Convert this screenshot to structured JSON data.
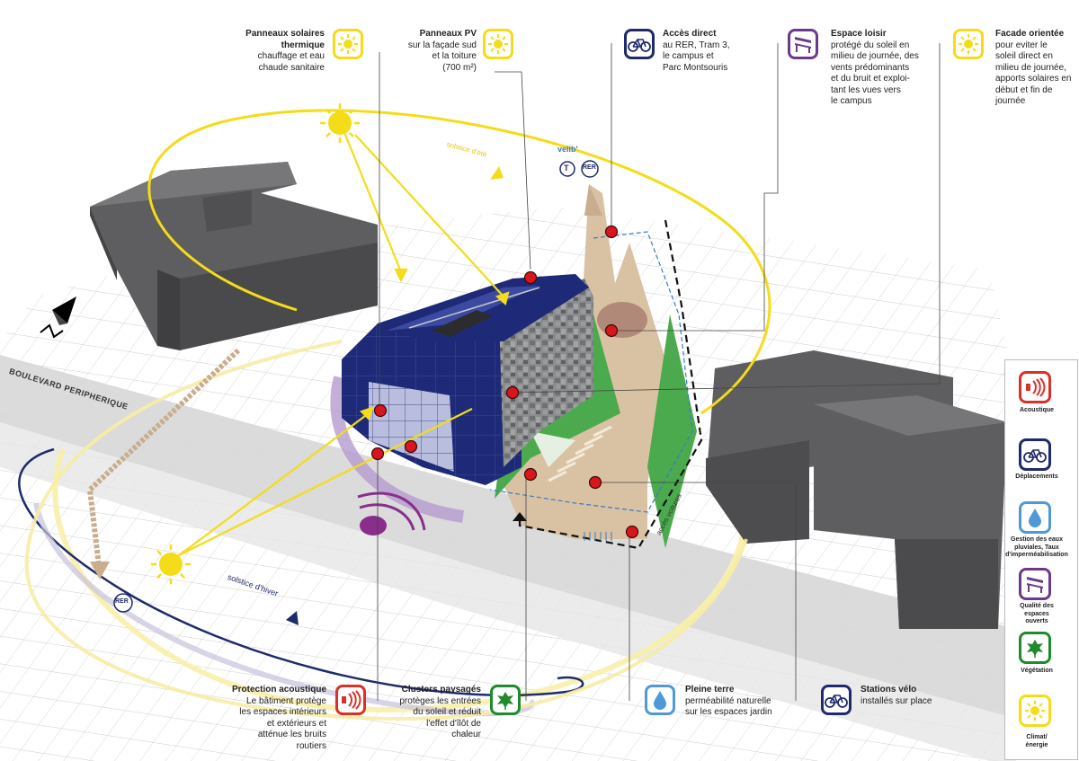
{
  "colors": {
    "sun": "#f4dc18",
    "acoustic": "#d9312a",
    "mobility": "#1f2a6b",
    "water": "#4f9ad6",
    "leisure": "#6b3a8a",
    "vegetation": "#1f8a2e",
    "building": "#5e5e60",
    "facade": "#1e2a78",
    "ground": "#d9c2a3",
    "marker": "#d7161e"
  },
  "labels": {
    "road": "BOULEVARD PERIPHERIQUE",
    "summer_solstice": "solstice d'été",
    "winter_solstice": "solstice d'hiver",
    "car_access": "accès voitures",
    "velib": "velib'",
    "tram": "T",
    "rer_top": "RER",
    "rer_bottom": "RER"
  },
  "top_callouts": [
    {
      "title": "Panneaux solaires thermique",
      "text": "chauffage et eau\nchaude sanitaire",
      "icon": "sun-icon"
    },
    {
      "title": "Panneaux PV",
      "text": "sur la façade sud\net la toiture\n(700 m²)",
      "icon": "sun-icon"
    },
    {
      "title": "Accès direct",
      "text": "au RER, Tram 3,\nle campus et\nParc Montsouris",
      "icon": "bicycle-icon"
    },
    {
      "title": "Espace loisir",
      "text": "protégé du soleil en\nmilieu de journée, des\nvents prédominants\net du bruit et exploi-\ntant les vues vers\nle campus",
      "icon": "bench-icon"
    },
    {
      "title": "Facade orientée",
      "text": "pour eviter le\nsoleil direct en\nmilieu de journée,\napports solaires en\ndébut et fin de\njournée",
      "icon": "sun-icon"
    }
  ],
  "bottom_callouts": [
    {
      "title": "Protection acoustique",
      "text": "Le bâtiment protège\nles espaces intérieurs\net extérieurs et\natténue les bruits\nroutiers",
      "icon": "acoustic-icon"
    },
    {
      "title": "Clusters paysagés",
      "text": "protèges les entrées\ndu soleil et réduit\nl'effet d'îlôt de\nchaleur",
      "icon": "leaf-icon"
    },
    {
      "title": "Pleine terre",
      "text": "perméabilité naturelle\nsur les espaces jardin",
      "icon": "water-drop-icon"
    },
    {
      "title": "Stations vélo",
      "text": "installés sur place",
      "icon": "bicycle-icon"
    }
  ],
  "legend": [
    {
      "label": "Acoustique",
      "icon": "acoustic-icon"
    },
    {
      "label": "Déplacements",
      "icon": "bicycle-icon"
    },
    {
      "label": "Gestion des eaux\npluviales, Taux\nd'imperméabilisation",
      "icon": "water-drop-icon"
    },
    {
      "label": "Qualité des\nespaces\nouverts",
      "icon": "bench-icon"
    },
    {
      "label": "Végétation",
      "icon": "leaf-icon"
    },
    {
      "label": "Climat/\nénergie",
      "icon": "sun-icon"
    }
  ]
}
